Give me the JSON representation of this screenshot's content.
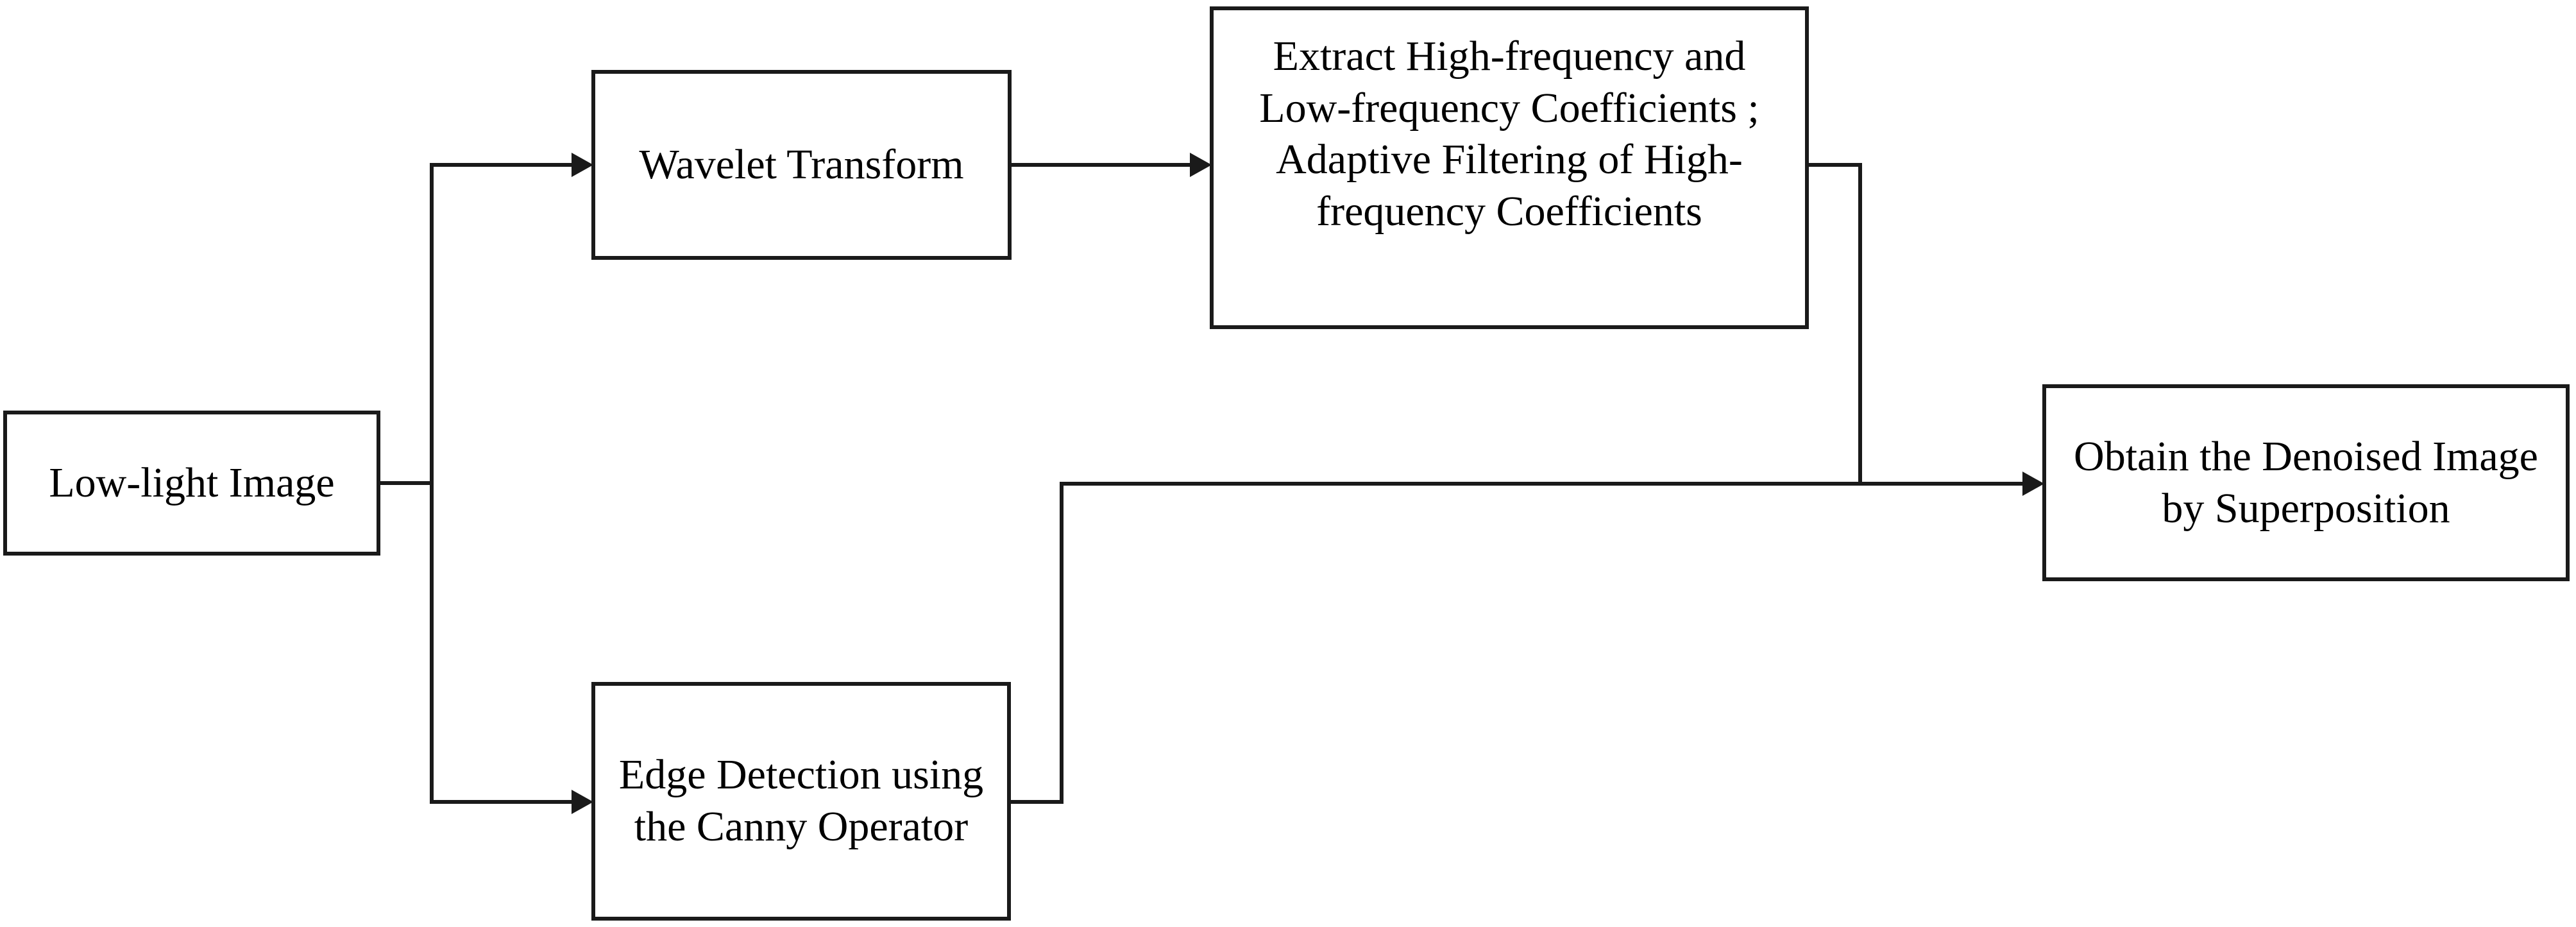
{
  "figure_type": "flowchart",
  "colors": {
    "background": "#ffffff",
    "stroke": "#1a1a1a",
    "box_fill": "#ffffff",
    "text": "#000000"
  },
  "nodes": {
    "low_light": {
      "lines": [
        "Low-light Image"
      ]
    },
    "wavelet": {
      "lines": [
        "Wavelet Transform"
      ]
    },
    "extract": {
      "lines": [
        "Extract High-frequency and",
        "Low-frequency Coefficients ;",
        "Adaptive Filtering of High-",
        "frequency Coefficients"
      ]
    },
    "edge": {
      "lines": [
        "Edge Detection using",
        "the Canny Operator"
      ]
    },
    "obtain": {
      "lines": [
        "Obtain the Denoised Image",
        "by Superposition"
      ]
    }
  },
  "edges": [
    {
      "from": "low_light",
      "to": "wavelet"
    },
    {
      "from": "low_light",
      "to": "edge"
    },
    {
      "from": "wavelet",
      "to": "extract"
    },
    {
      "from": "extract",
      "to": "obtain"
    },
    {
      "from": "edge",
      "to": "obtain"
    }
  ]
}
